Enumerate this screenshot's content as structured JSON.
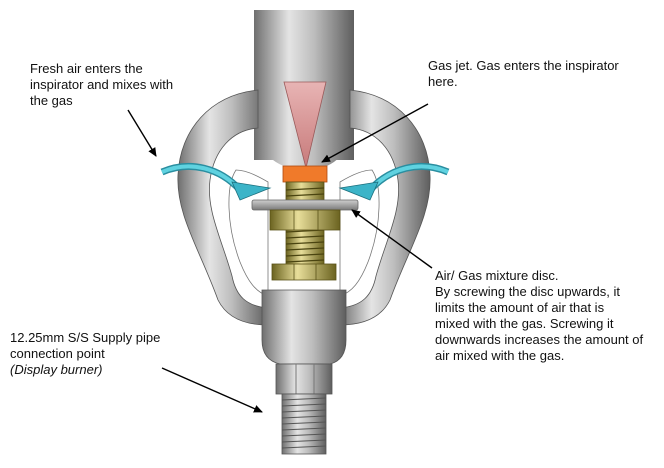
{
  "labels": {
    "fresh_air": [
      "Fresh air enters the",
      "inspirator and mixes with",
      "the gas"
    ],
    "gas_jet": [
      "Gas jet. Gas enters the inspirator",
      "here."
    ],
    "mixture_disc": [
      "Air/ Gas mixture disc.",
      "By screwing the disc upwards, it",
      "limits the amount of air that is",
      "mixed with the gas. Screwing it",
      "downwards increases the amount of",
      "air mixed with the gas."
    ],
    "supply_pipe": [
      "12.25mm S/S Supply pipe",
      "connection point"
    ],
    "supply_pipe_note": "(Display burner)"
  },
  "colors": {
    "metal_light": "#d9d9d9",
    "metal_mid": "#a6a6a6",
    "metal_dark": "#6e6e6e",
    "brass": "#c9bd6a",
    "brass_dark": "#6b6320",
    "jet_cone": "#d99a9a",
    "jet_orange": "#f07a2a",
    "air_arrow": "#3cb4c8",
    "pointer": "#000000"
  }
}
